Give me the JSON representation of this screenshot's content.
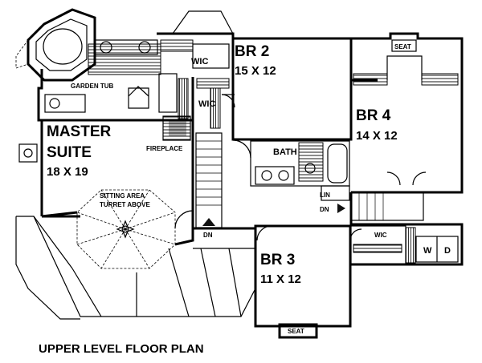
{
  "labels": {
    "master_name_1": "MASTER",
    "master_name_2": "SUITE",
    "master_size": "18 X 19",
    "br2_name": "BR 2",
    "br2_size": "15 X 12",
    "br3_name": "BR 3",
    "br3_size": "11 X 12",
    "br4_name": "BR 4",
    "br4_size": "14 X 12",
    "bath": "BATH",
    "wic_1": "WIC",
    "wic_2": "WIC",
    "wic_3": "WIC",
    "fireplace": "FIREPLACE",
    "sitting_area_1": "SITTING AREA",
    "sitting_area_2": "TURRET ABOVE",
    "garden_tub": "GARDEN TUB",
    "seat_top": "SEAT",
    "seat_bottom": "SEAT",
    "lin": "LIN",
    "dn_stair": "DN",
    "dn_hall": "DN",
    "washer": "W",
    "dryer": "D",
    "caption": "UPPER LEVEL FLOOR PLAN"
  }
}
